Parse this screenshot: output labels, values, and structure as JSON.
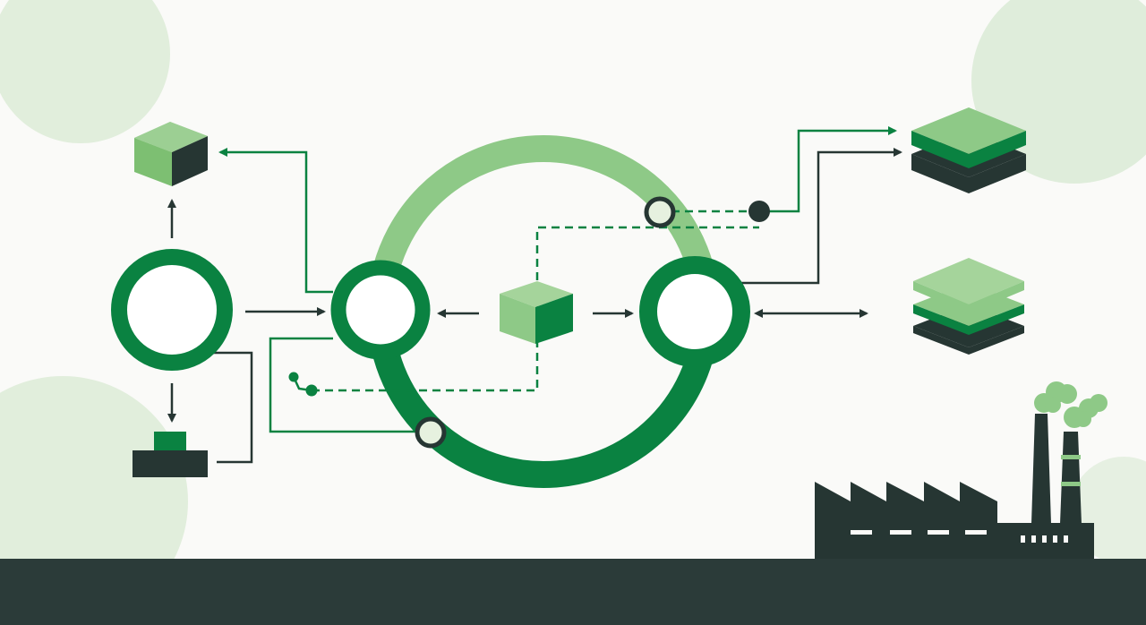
{
  "diagram": {
    "kind": "circular-economy-flow",
    "labels": [],
    "nodes": [
      {
        "id": "source-ring",
        "icon": "ring-node"
      },
      {
        "id": "loop-left-node",
        "icon": "ring-node"
      },
      {
        "id": "loop-right-node",
        "icon": "ring-node"
      },
      {
        "id": "center-cube",
        "icon": "cube-icon"
      },
      {
        "id": "top-left-cube",
        "icon": "cube-icon"
      },
      {
        "id": "base-block",
        "icon": "block-icon"
      },
      {
        "id": "stack-top",
        "icon": "layer-stack-icon"
      },
      {
        "id": "stack-bottom",
        "icon": "layer-stack-icon"
      },
      {
        "id": "factory",
        "icon": "factory-icon"
      }
    ]
  },
  "colors": {
    "background": "#fafaf8",
    "green_dark": "#0a8241",
    "green_light": "#8ec987",
    "green_pale": "#d8ead3",
    "charcoal": "#263633",
    "ground": "#2b3b39"
  }
}
